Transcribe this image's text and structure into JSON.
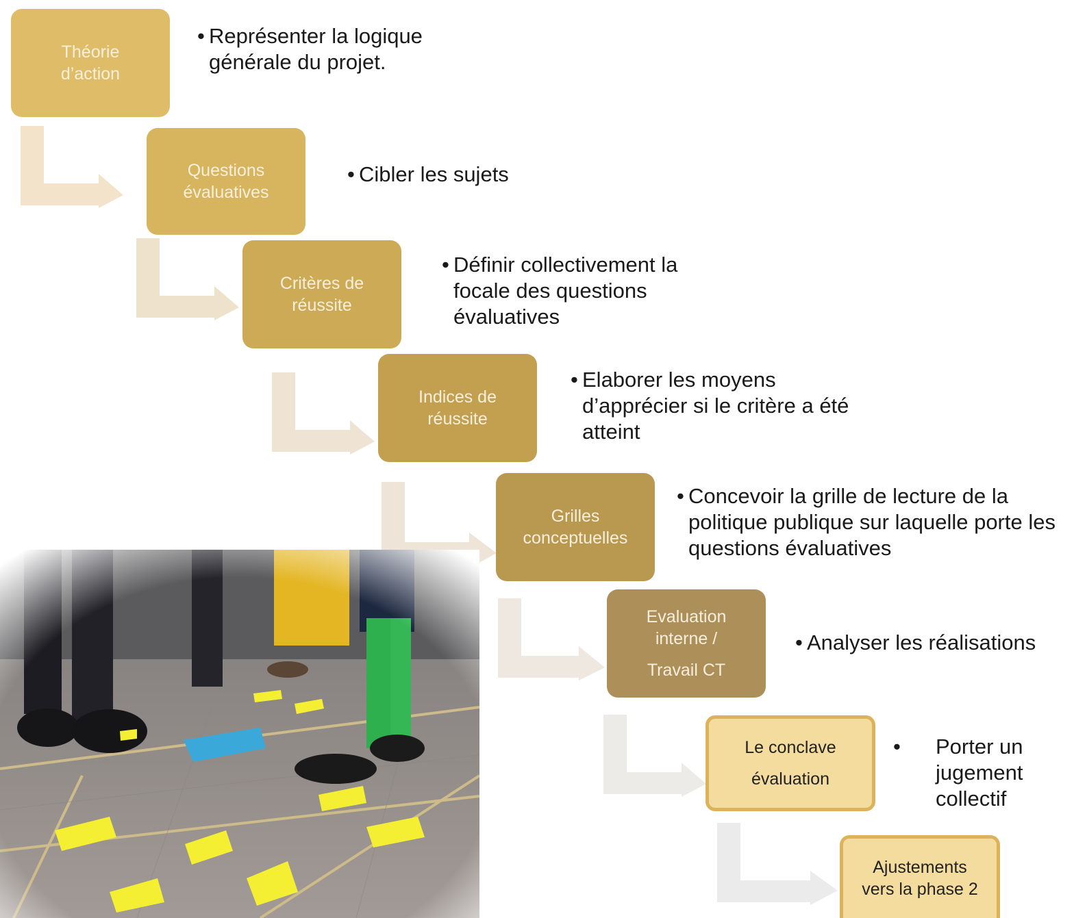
{
  "steps": [
    {
      "label": "Théorie d’action",
      "color": "#dfbd68",
      "description": "Représenter la logique générale du projet."
    },
    {
      "label": "Questions évaluatives",
      "color": "#d7b45e",
      "description": "Cibler les sujets"
    },
    {
      "label": "Critères de réussite",
      "color": "#cdaa55",
      "description": "Définir collectivement la focale des questions évaluatives"
    },
    {
      "label": "Indices de réussite",
      "color": "#c2a050",
      "description": "Elaborer les moyens d’apprécier si le critère a été atteint"
    },
    {
      "label": "Grilles conceptuelles",
      "color": "#b9984f",
      "description": "Concevoir la grille de lecture de la politique publique sur laquelle porte les questions évaluatives"
    },
    {
      "label_line1": "Evaluation interne /",
      "label_line2": "Travail CT",
      "color": "#ad8f5a",
      "description": "Analyser les réalisations"
    },
    {
      "label_line1": "Le conclave",
      "label_line2": "évaluation",
      "color": "#f3dc9e",
      "description": "Porter un jugement collectif"
    },
    {
      "label": "Ajustements vers la phase 2",
      "color": "#f3dc9e"
    }
  ],
  "bullet": "•",
  "arrow_colors": [
    "#f3e3cb",
    "#efe2cd",
    "#efe3d3",
    "#eee4d8",
    "#eee8e1",
    "#ecebe8",
    "#ebebeb"
  ],
  "photo": {
    "description_icon": "meeting-floor-photo"
  }
}
